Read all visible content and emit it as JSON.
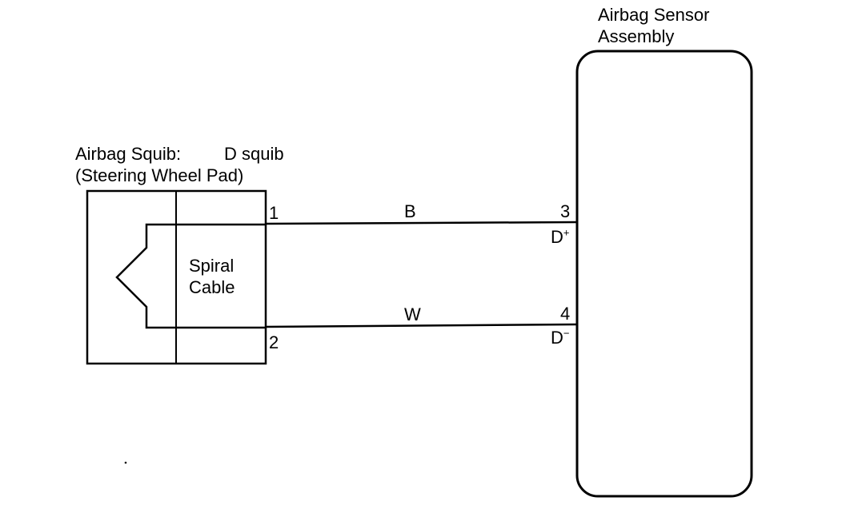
{
  "sensor_title": {
    "line1": "Airbag Sensor",
    "line2": "Assembly"
  },
  "squib_title": {
    "line1": "Airbag Squib:",
    "suffix": "D squib",
    "line2": "(Steering Wheel Pad)"
  },
  "spiral_cable": {
    "line1": "Spiral",
    "line2": "Cable"
  },
  "pins": {
    "squib_1": "1",
    "squib_2": "2",
    "sensor_3": "3",
    "sensor_4": "4"
  },
  "wire_colors": {
    "upper": "B",
    "lower": "W"
  },
  "terminals": {
    "plus_base": "D",
    "plus_sign": "+",
    "minus_base": "D",
    "minus_sign": "−"
  }
}
